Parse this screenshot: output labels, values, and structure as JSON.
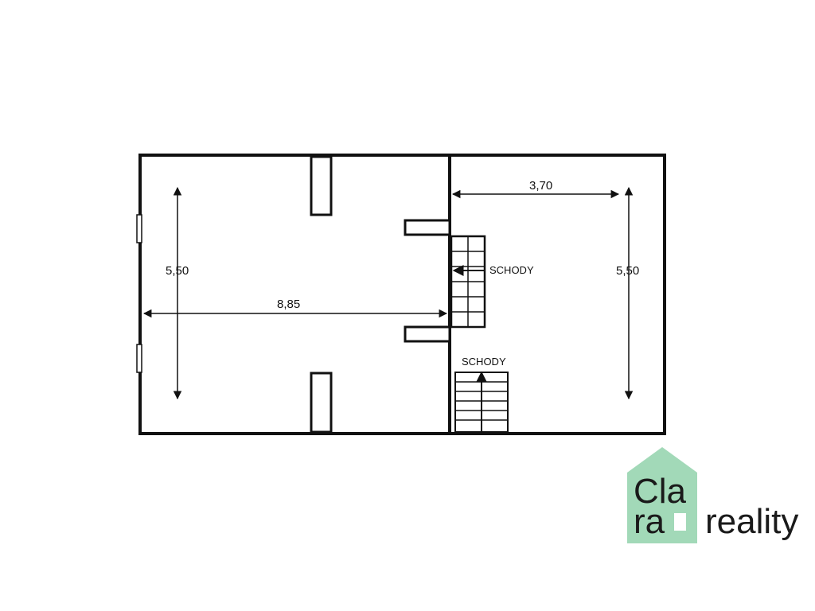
{
  "floor_plan": {
    "dimensions": {
      "left_room_height": "5,50",
      "left_room_width": "8,85",
      "right_room_width": "3,70",
      "right_room_height": "5,50"
    },
    "stairs": {
      "upper_label": "SCHODY",
      "lower_label": "SCHODY"
    }
  },
  "logo": {
    "line1": "Cla",
    "line2": "ra",
    "suffix": "reality",
    "colors": {
      "house": "#a2d9b8",
      "text": "#1a1a1a"
    }
  }
}
